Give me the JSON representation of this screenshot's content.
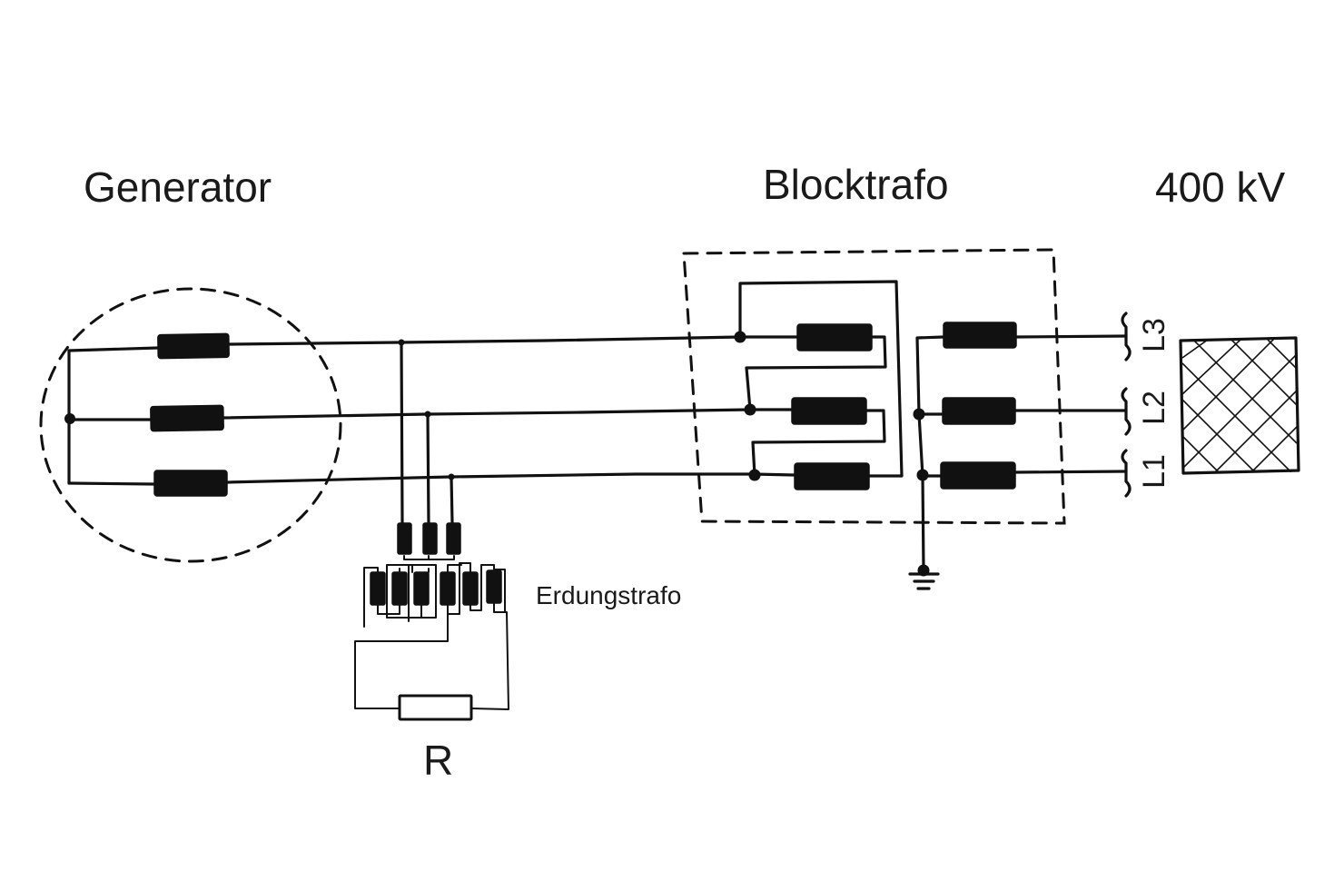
{
  "labels": {
    "generator": "Generator",
    "blocktrafo": "Blocktrafo",
    "voltage": "400 kV",
    "erdungstrafo": "Erdungstrafo",
    "resistor": "R",
    "phase_l1": "L1",
    "phase_l2": "L2",
    "phase_l3": "L3"
  }
}
